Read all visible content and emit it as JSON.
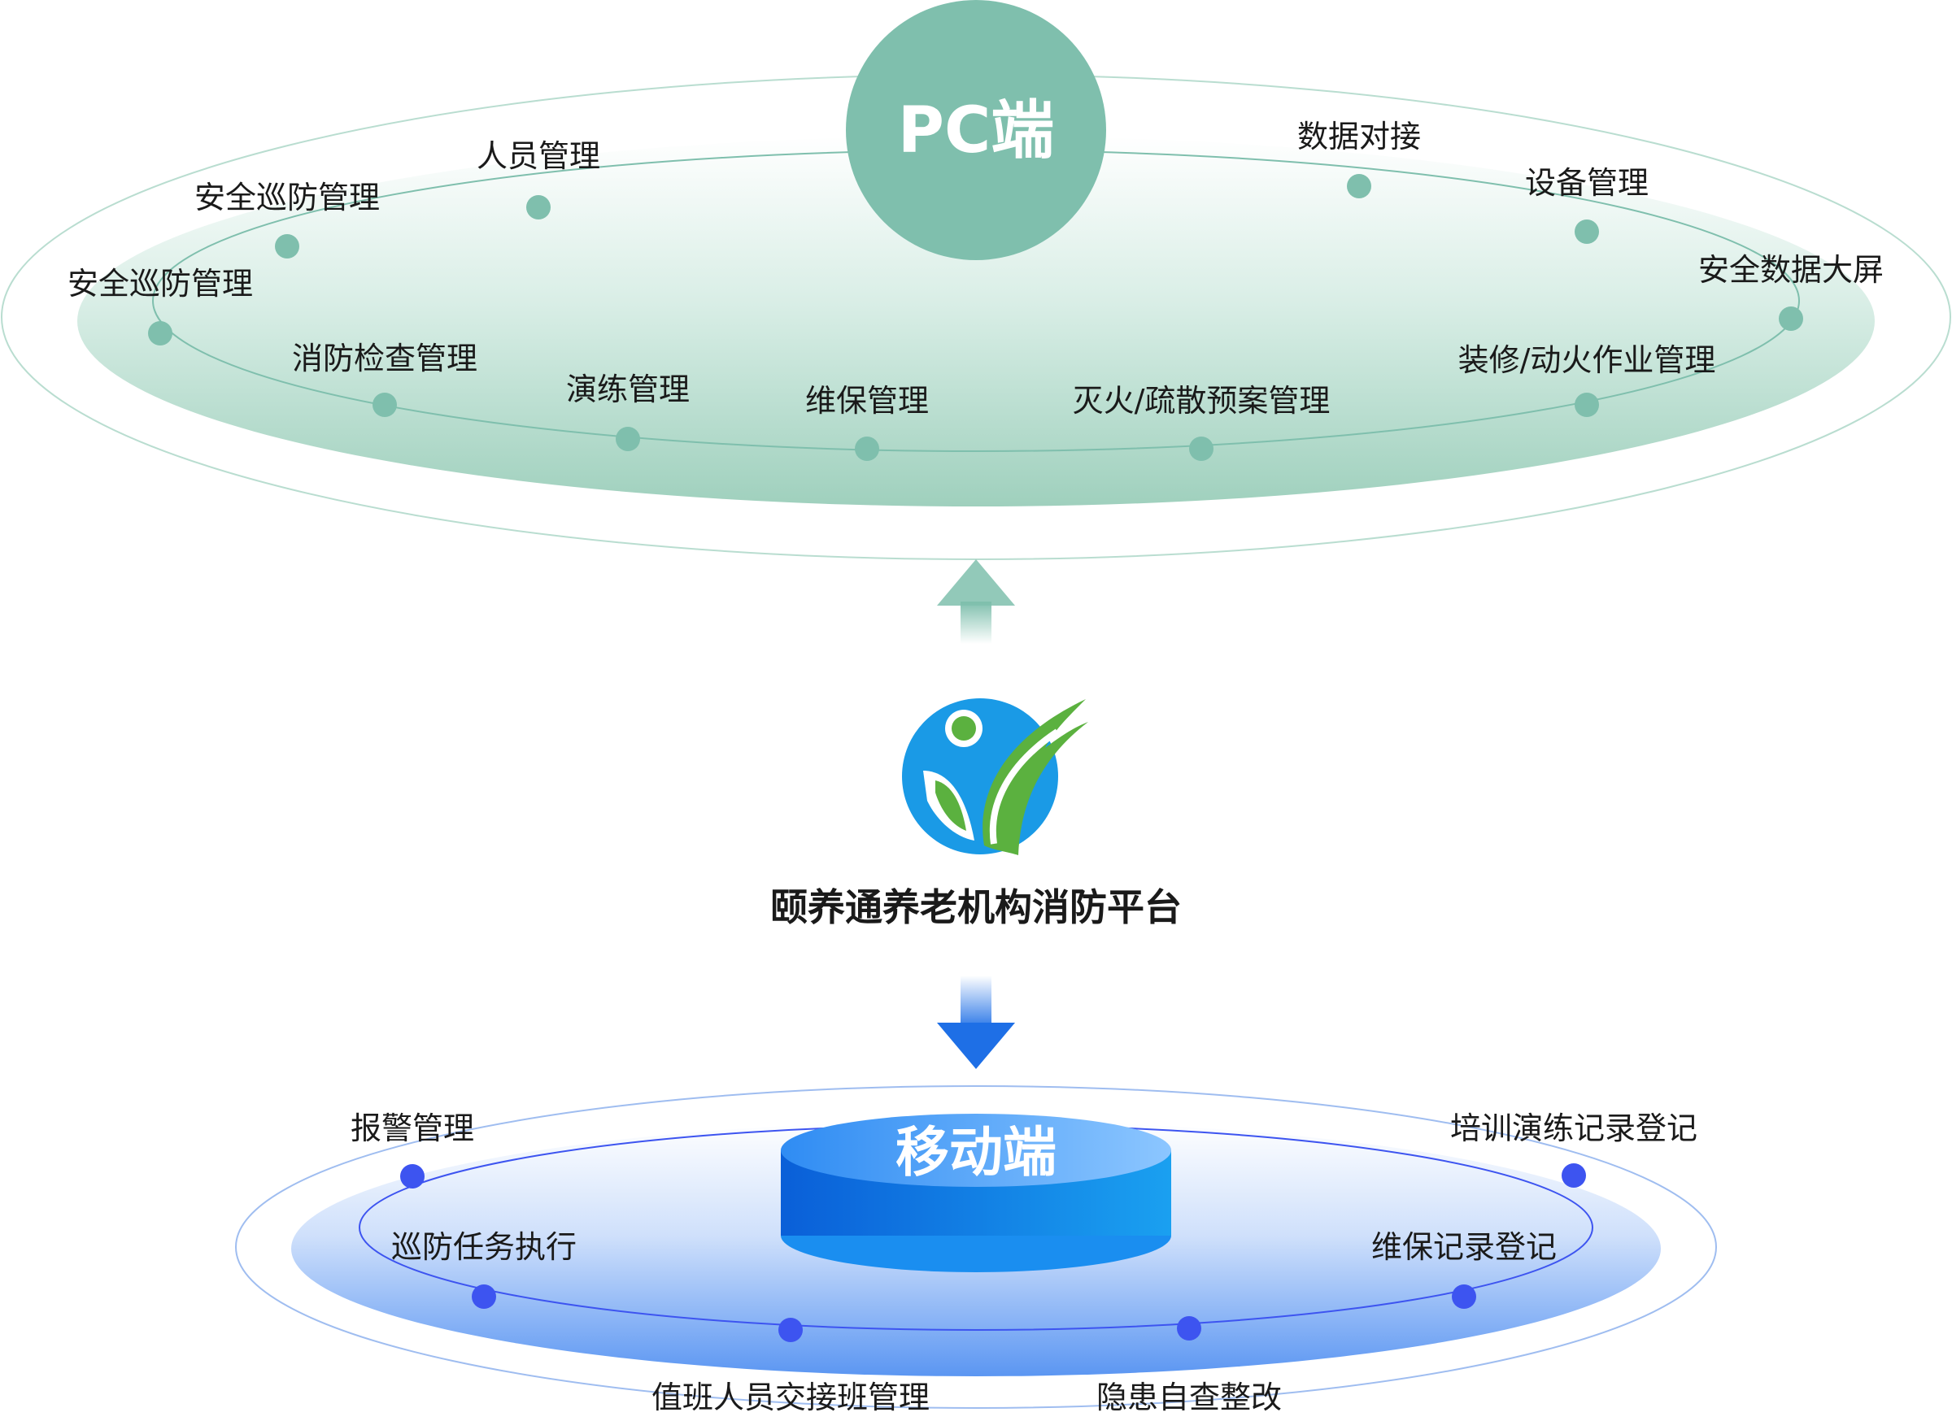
{
  "pc": {
    "title": "PC端",
    "accent": "#7fbfad",
    "dot_color": "#7fbfad",
    "items": [
      {
        "label": "安全巡防管理"
      },
      {
        "label": "人员管理"
      },
      {
        "label": "安全巡防管理"
      },
      {
        "label": "消防检查管理"
      },
      {
        "label": "演练管理"
      },
      {
        "label": "维保管理"
      },
      {
        "label": "灭火/疏散预案管理"
      },
      {
        "label": "装修/动火作业管理"
      },
      {
        "label": "安全数据大屏"
      },
      {
        "label": "设备管理"
      },
      {
        "label": "数据对接"
      }
    ]
  },
  "center": {
    "logo_icon": "yiyangtong-logo-icon",
    "platform_name": "颐养通养老机构消防平台"
  },
  "mobile": {
    "title": "移动端",
    "accent": "#1a7de6",
    "dot_color": "#3d54f0",
    "items": [
      {
        "label": "报警管理"
      },
      {
        "label": "巡防任务执行"
      },
      {
        "label": "值班人员交接班管理"
      },
      {
        "label": "隐患自查整改"
      },
      {
        "label": "维保记录登记"
      },
      {
        "label": "培训演练记录登记"
      }
    ]
  }
}
